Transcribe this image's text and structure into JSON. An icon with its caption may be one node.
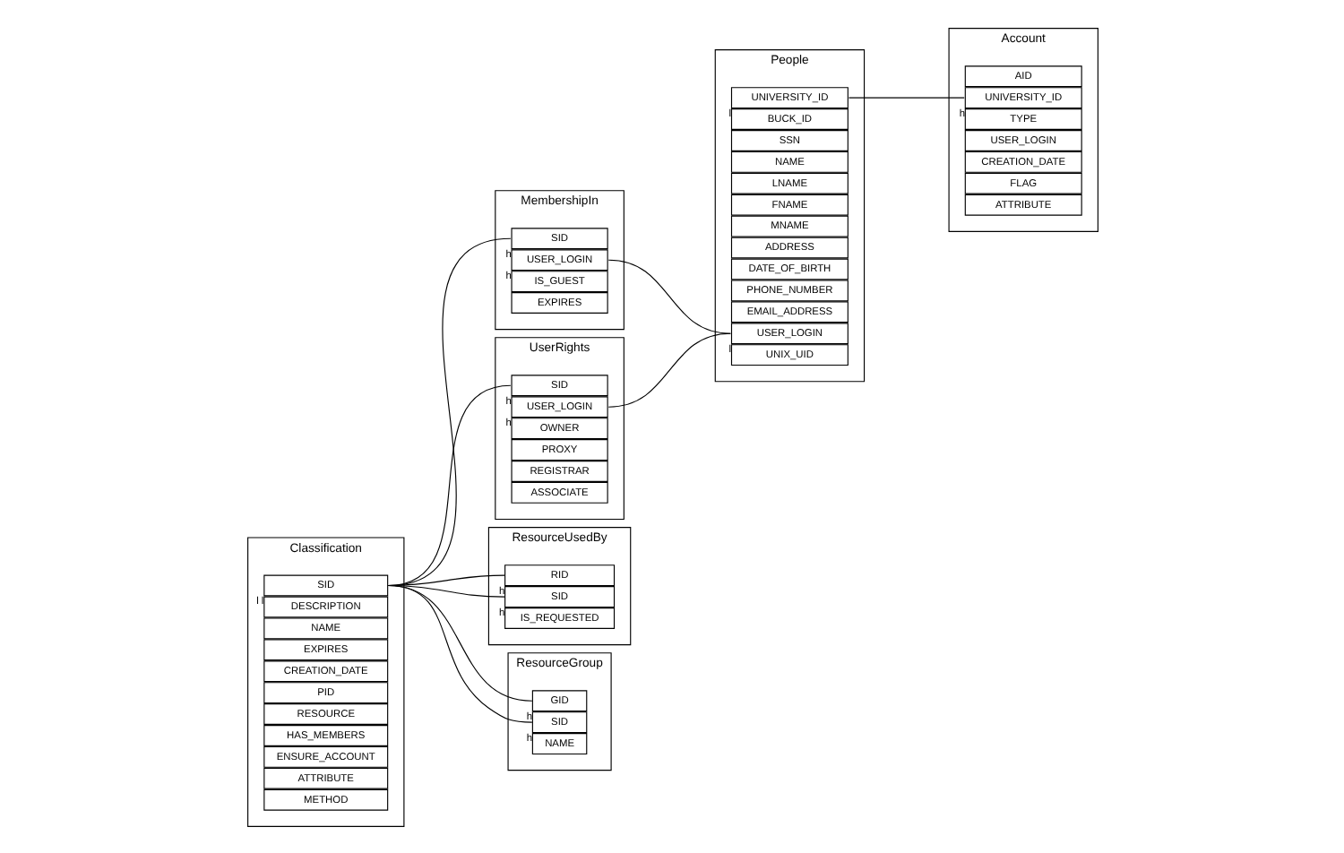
{
  "diagram": {
    "nodes": [
      {
        "text": [
          "Classification"
        ]
      },
      {
        "text": [
          "SID"
        ],
        "in": 0,
        "beside": [
          "l",
          "l"
        ]
      },
      {
        "text": [
          "DESCRIPTION"
        ],
        "in": 0
      },
      {
        "text": [
          "NAME"
        ],
        "in": 0
      },
      {
        "text": [
          "EXPIRES"
        ],
        "in": 0
      },
      {
        "text": [
          "CREATION_DATE"
        ],
        "in": 0
      },
      {
        "text": [
          "PID"
        ],
        "in": 0
      },
      {
        "text": [
          "RESOURCE"
        ],
        "in": 0
      },
      {
        "text": [
          "HAS_MEMBERS"
        ],
        "in": 0
      },
      {
        "text": [
          "ENSURE_ACCOUNT"
        ],
        "in": 0
      },
      {
        "text": [
          "ATTRIBUTE"
        ],
        "in": 0
      },
      {
        "text": [
          "METHOD"
        ],
        "in": 0
      },
      {
        "text": [
          "MembershipIn"
        ]
      },
      {
        "text": [
          "SID"
        ],
        "in": 12,
        "beside": [
          "h"
        ]
      },
      {
        "text": [
          "USER_LOGIN"
        ],
        "in": 12,
        "beside": [
          "h"
        ]
      },
      {
        "text": [
          "IS_GUEST"
        ],
        "in": 12
      },
      {
        "text": [
          "EXPIRES"
        ],
        "in": 12
      },
      {
        "text": [
          "People"
        ]
      },
      {
        "text": [
          "UNIVERSITY_ID"
        ],
        "in": 17,
        "beside": [
          "l"
        ]
      },
      {
        "text": [
          "BUCK_ID"
        ],
        "in": 17
      },
      {
        "text": [
          "SSN"
        ],
        "in": 17
      },
      {
        "text": [
          "NAME"
        ],
        "in": 17
      },
      {
        "text": [
          "LNAME"
        ],
        "in": 17
      },
      {
        "text": [
          "FNAME"
        ],
        "in": 17
      },
      {
        "text": [
          "MNAME"
        ],
        "in": 17
      },
      {
        "text": [
          "ADDRESS"
        ],
        "in": 17
      },
      {
        "text": [
          "DATE_OF_BIRTH"
        ],
        "in": 17
      },
      {
        "text": [
          "PHONE_NUMBER"
        ],
        "in": 17
      },
      {
        "text": [
          "EMAIL_ADDRESS"
        ],
        "in": 17
      },
      {
        "text": [
          "USER_LOGIN"
        ],
        "in": 17,
        "beside": [
          "l"
        ]
      },
      {
        "text": [
          "UNIX_UID"
        ],
        "in": 17
      },
      {
        "text": [
          "UserRights"
        ]
      },
      {
        "text": [
          "SID"
        ],
        "in": 31,
        "beside": [
          "h"
        ]
      },
      {
        "text": [
          "USER_LOGIN"
        ],
        "in": 31,
        "beside": [
          "h"
        ]
      },
      {
        "text": [
          "OWNER"
        ],
        "in": 31
      },
      {
        "text": [
          "PROXY"
        ],
        "in": 31
      },
      {
        "text": [
          "REGISTRAR"
        ],
        "in": 31
      },
      {
        "text": [
          "ASSOCIATE"
        ],
        "in": 31
      },
      {
        "text": [
          "ResourceUsedBy"
        ]
      },
      {
        "text": [
          "RID"
        ],
        "in": 38,
        "beside": [
          "h"
        ]
      },
      {
        "text": [
          "SID"
        ],
        "in": 38,
        "beside": [
          "h"
        ]
      },
      {
        "text": [
          "IS_REQUESTED"
        ],
        "in": 38
      },
      {
        "text": [
          "Account"
        ]
      },
      {
        "text": [
          "AID"
        ],
        "in": 42
      },
      {
        "text": [
          "UNIVERSITY_ID"
        ],
        "in": 42,
        "beside": [
          "h"
        ]
      },
      {
        "text": [
          "TYPE"
        ],
        "in": 42
      },
      {
        "text": [
          "USER_LOGIN"
        ],
        "in": 42
      },
      {
        "text": [
          "CREATION_DATE"
        ],
        "in": 42
      },
      {
        "text": [
          "FLAG"
        ],
        "in": 42
      },
      {
        "text": [
          "ATTRIBUTE"
        ],
        "in": 42
      },
      {
        "text": [
          "ResourceGroup"
        ]
      },
      {
        "text": [
          "GID"
        ],
        "in": 50,
        "beside": [
          "h"
        ]
      },
      {
        "text": [
          "SID"
        ],
        "in": 50,
        "beside": [
          "h"
        ]
      },
      {
        "text": [
          "NAME"
        ],
        "in": 50
      }
    ],
    "edges": [
      {
        "from": 1,
        "to": 13,
        "arrow": "none"
      },
      {
        "from": 1,
        "to": 32,
        "arrow": "none"
      },
      {
        "from": 1,
        "to": 39,
        "arrow": "none"
      },
      {
        "from": 1,
        "to": 40,
        "arrow": "none"
      },
      {
        "from": 1,
        "to": 51,
        "arrow": "none"
      },
      {
        "from": 1,
        "to": 52,
        "arrow": "none"
      },
      {
        "from": 29,
        "to": 14,
        "arrow": "none"
      },
      {
        "from": 29,
        "to": 33,
        "arrow": "none"
      },
      {
        "from": 18,
        "to": 44,
        "arrow": "none"
      }
    ]
  }
}
